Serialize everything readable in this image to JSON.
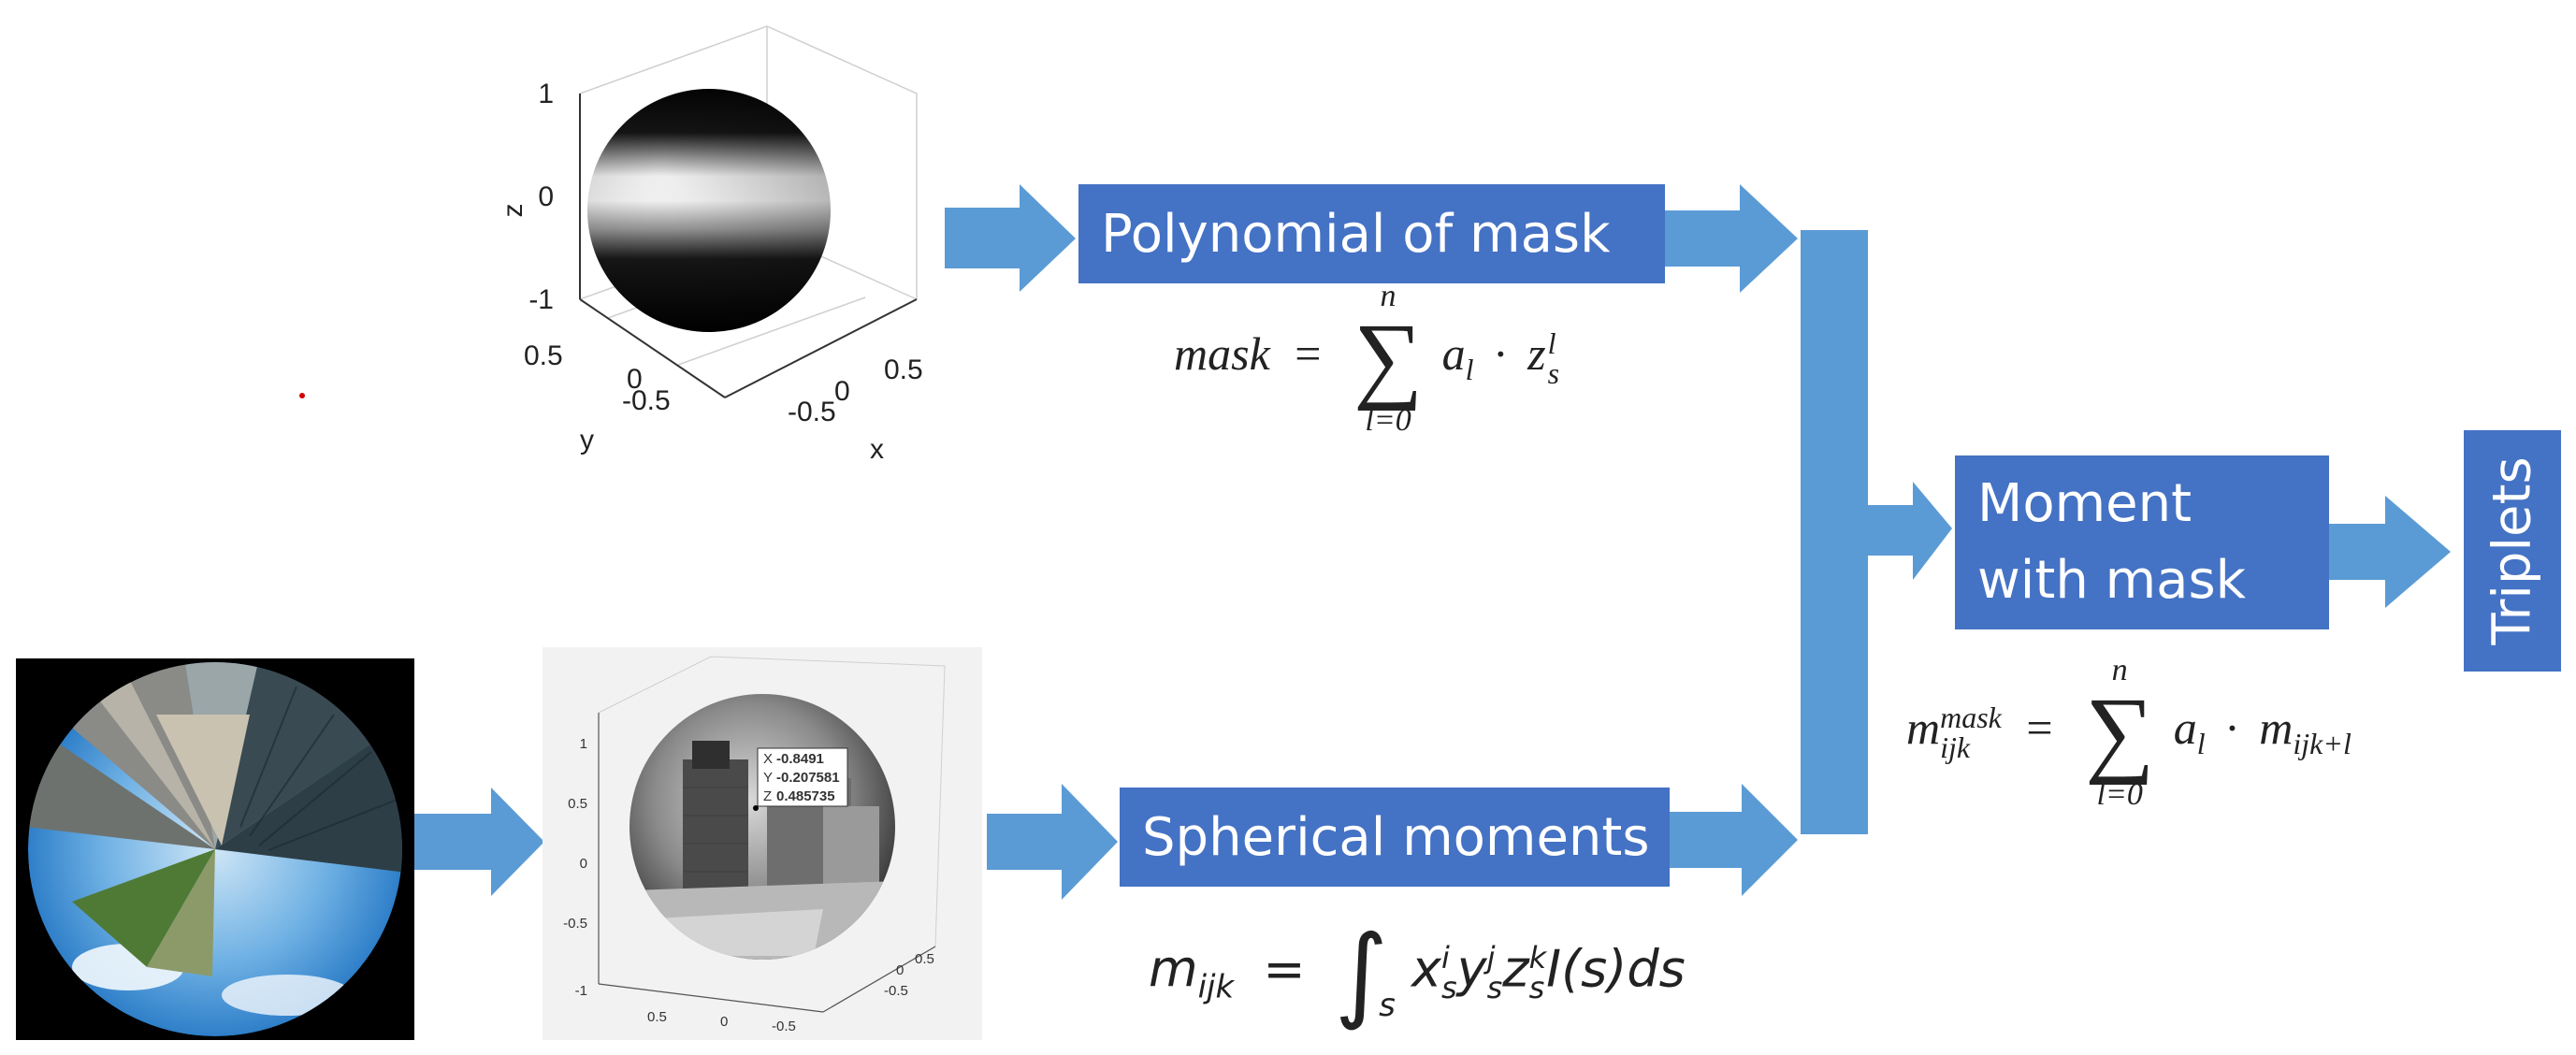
{
  "boxes": {
    "polynomial": "Polynomial of mask",
    "spherical": "Spherical moments",
    "moment_line1": "Moment",
    "moment_line2": "with mask",
    "triplets": "Triplets"
  },
  "equations": {
    "mask": {
      "lhs": "mask",
      "eq": "=",
      "sum_upper": "n",
      "sum_lower": "l=0",
      "term_a": "a",
      "term_a_sub": "l",
      "dot": "·",
      "term_z": "z",
      "term_z_sub": "s",
      "term_z_sup": "l"
    },
    "moment": {
      "lhs": "m",
      "lhs_sub": "ijk",
      "eq": "=",
      "int_lower": "s",
      "x": "x",
      "x_sub": "s",
      "x_sup": "i",
      "y": "y",
      "y_sub": "s",
      "y_sup": "j",
      "z": "z",
      "z_sub": "s",
      "z_sup": "k",
      "tail": "I(s)ds"
    },
    "moment_mask": {
      "lhs": "m",
      "lhs_sub": "ijk",
      "lhs_sup": "mask",
      "eq": "=",
      "sum_upper": "n",
      "sum_lower": "l=0",
      "term_a": "a",
      "term_a_sub": "l",
      "dot": "·",
      "term_m": "m",
      "term_m_sub": "ijk+l"
    }
  },
  "plot_mask": {
    "zlabel": "z",
    "xlabel": "x",
    "ylabel": "y",
    "z_ticks": [
      "1",
      "0",
      "-1"
    ],
    "y_ticks": [
      "0.5",
      "0",
      "-0.5"
    ],
    "x_ticks": [
      "-0.5",
      "0",
      "0.5"
    ]
  },
  "plot_image": {
    "z_ticks": [
      "1",
      "0.5",
      "0",
      "-0.5",
      "-1"
    ],
    "x_ticks": [
      "0.5",
      "0",
      "-0.5"
    ],
    "y_ticks": [
      "0.5",
      "0",
      "-0.5"
    ],
    "datatip_x_label": "X",
    "datatip_x_value": "-0.8491",
    "datatip_y_label": "Y",
    "datatip_y_value": "-0.207581",
    "datatip_z_label": "Z",
    "datatip_z_value": "0.485735"
  },
  "colors": {
    "box": "#4472c4",
    "arrow": "#5b9bd5",
    "text": "#ffffff"
  }
}
